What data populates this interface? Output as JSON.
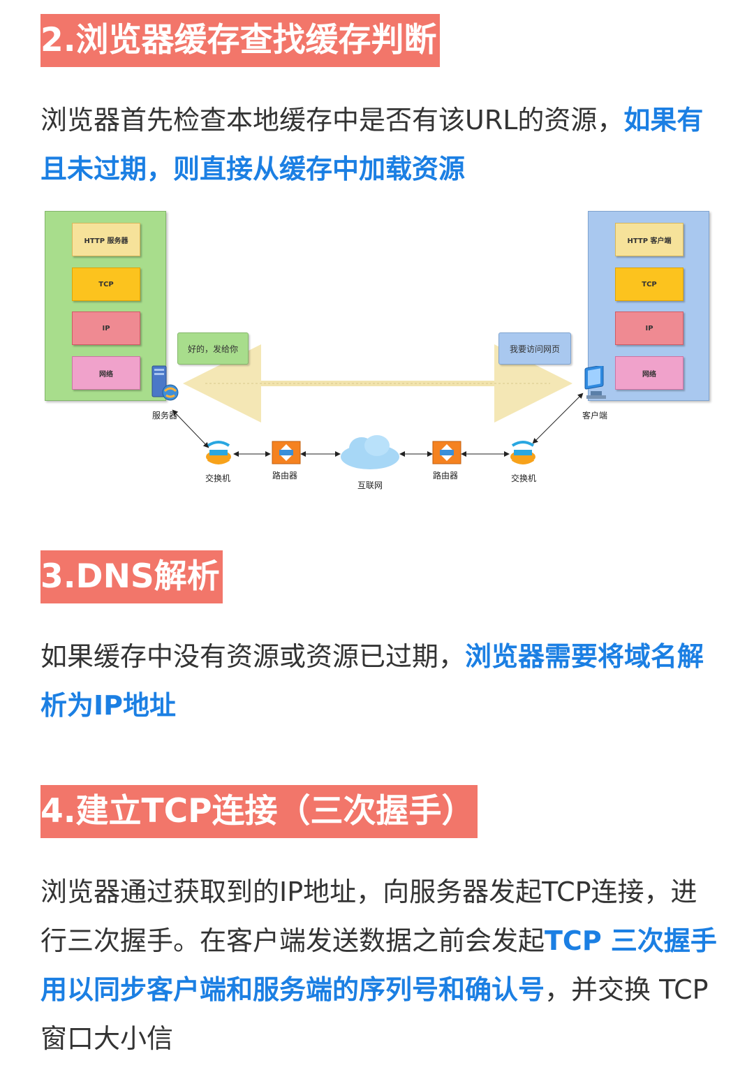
{
  "section2": {
    "title": "2.浏览器缓存查找缓存判断",
    "text_plain": "浏览器首先检查本地缓存中是否有该URL的资源，",
    "text_highlight": "如果有且未过期，则直接从缓存中加载资源"
  },
  "diagram": {
    "server_stack": [
      "HTTP 服务器",
      "TCP",
      "IP",
      "网络"
    ],
    "client_stack": [
      "HTTP 客户端",
      "TCP",
      "IP",
      "网络"
    ],
    "server_message": "好的，发给你",
    "client_message": "我要访问网页",
    "labels": {
      "server": "服务器",
      "client": "客户端",
      "switch_left": "交换机",
      "router_left": "路由器",
      "internet": "互联网",
      "router_right": "路由器",
      "switch_right": "交换机"
    },
    "icons": [
      "server-icon",
      "client-computer-icon",
      "switch-icon",
      "router-icon",
      "cloud-icon"
    ]
  },
  "section3": {
    "title": "3.DNS解析",
    "text_plain": "如果缓存中没有资源或资源已过期，",
    "text_highlight": "浏览器需要将域名解析为IP地址"
  },
  "section4": {
    "title": "4.建立TCP连接（三次握手）",
    "text_plain_1": "浏览器通过获取到的IP地址，向服务器发起TCP连接，进行三次握手。在客户端发送数据之前会发起",
    "text_highlight": "TCP 三次握手用以同步客户端和服务端的序列号和确认号",
    "text_plain_2": "，并交换 TCP 窗口大小信"
  },
  "colors": {
    "heading_bg": "#f2766a",
    "highlight": "#1b7fe3",
    "server_green": "#a8dd8c",
    "client_blue": "#a9c8ef"
  }
}
